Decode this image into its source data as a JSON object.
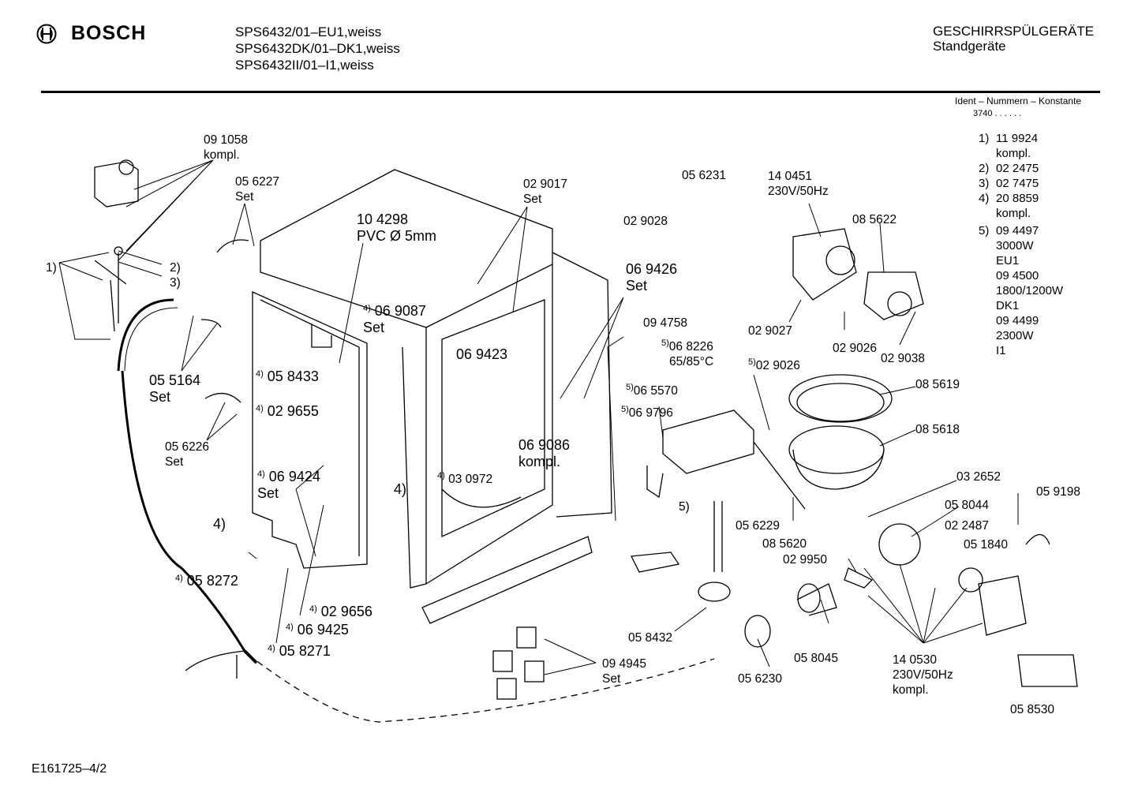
{
  "header": {
    "brand": "BOSCH",
    "models": [
      "SPS6432/01–EU1,weiss",
      "SPS6432DK/01–DK1,weiss",
      "SPS6432II/01–I1,weiss"
    ],
    "category": "GESCHIRRSPÜLGERÄTE",
    "subcategory": "Standgeräte"
  },
  "ident": {
    "title": "Ident – Nummern – Konstante",
    "code": "3740 . .  .  . . ."
  },
  "legend": [
    {
      "key": "1)",
      "lines": [
        "11 9924",
        "kompl."
      ]
    },
    {
      "key": "2)",
      "lines": [
        "02 2475"
      ]
    },
    {
      "key": "3)",
      "lines": [
        "02 7475"
      ]
    },
    {
      "key": "4)",
      "lines": [
        "20 8859",
        "kompl."
      ]
    },
    {
      "key": "5)",
      "lines": [
        "09 4497",
        "3000W",
        "EU1",
        "09 4500",
        "1800/1200W",
        "DK1",
        "09 4499",
        "2300W",
        "I1"
      ]
    }
  ],
  "labels": [
    {
      "id": "l-091058",
      "text": "09 1058",
      "text2": "kompl."
    },
    {
      "id": "l-056227",
      "text": "05 6227",
      "text2": "Set"
    },
    {
      "id": "l-104298",
      "text": "10 4298",
      "text2": "PVC Ø 5mm"
    },
    {
      "id": "l-029017",
      "text": "02 9017",
      "text2": "Set"
    },
    {
      "id": "l-056231",
      "text": "05 6231"
    },
    {
      "id": "l-140451",
      "text": "14 0451",
      "text2": "230V/50Hz"
    },
    {
      "id": "l-029028",
      "text": "02 9028"
    },
    {
      "id": "l-085622",
      "text": "08 5622"
    },
    {
      "id": "l-069426",
      "text": "06 9426",
      "text2": "Set"
    },
    {
      "id": "l-1",
      "text": "1)"
    },
    {
      "id": "l-2",
      "text": "2)"
    },
    {
      "id": "l-3",
      "text": "3)"
    },
    {
      "id": "l-069087",
      "sup": "4)",
      "text": "06 9087",
      "text2": "Set"
    },
    {
      "id": "l-094758",
      "text": "09 4758"
    },
    {
      "id": "l-029027",
      "text": "02 9027"
    },
    {
      "id": "l-029026a",
      "text": "02 9026"
    },
    {
      "id": "l-029038",
      "text": "02 9038"
    },
    {
      "id": "l-069423",
      "text": "06 9423"
    },
    {
      "id": "l-068226",
      "sup": "5)",
      "text": "06 8226",
      "text2": "65/85°C"
    },
    {
      "id": "l-055164",
      "text": "05 5164",
      "text2": "Set"
    },
    {
      "id": "l-058433",
      "sup": "4)",
      "text": "05 8433"
    },
    {
      "id": "l-029026b",
      "sup": "5)",
      "text": "02 9026"
    },
    {
      "id": "l-085619",
      "text": "08 5619"
    },
    {
      "id": "l-065570",
      "sup": "5)",
      "text": "06 5570"
    },
    {
      "id": "l-029655",
      "sup": "4)",
      "text": "02 9655"
    },
    {
      "id": "l-069796",
      "sup": "5)",
      "text": "06 9796"
    },
    {
      "id": "l-085618",
      "text": "08 5618"
    },
    {
      "id": "l-056226",
      "text": "05 6226",
      "text2": "Set"
    },
    {
      "id": "l-069086",
      "text": "06 9086",
      "text2": "kompl."
    },
    {
      "id": "l-069424",
      "sup": "4)",
      "text": "06 9424",
      "text2": "Set"
    },
    {
      "id": "l-030972",
      "sup": "4)",
      "text": "03 0972"
    },
    {
      "id": "l-032652",
      "text": "03 2652"
    },
    {
      "id": "l-4a",
      "text": "4)"
    },
    {
      "id": "l-059198",
      "text": "05 9198"
    },
    {
      "id": "l-058044",
      "text": "05 8044"
    },
    {
      "id": "l-5",
      "text": "5)"
    },
    {
      "id": "l-4b",
      "text": "4)"
    },
    {
      "id": "l-056229",
      "text": "05 6229"
    },
    {
      "id": "l-022487",
      "text": "02 2487"
    },
    {
      "id": "l-085620",
      "text": "08 5620"
    },
    {
      "id": "l-051840",
      "text": "05 1840"
    },
    {
      "id": "l-029950",
      "text": "02 9950"
    },
    {
      "id": "l-058272",
      "sup": "4)",
      "text": "05 8272"
    },
    {
      "id": "l-029656",
      "sup": "4)",
      "text": "02 9656"
    },
    {
      "id": "l-069425",
      "sup": "4)",
      "text": "06 9425"
    },
    {
      "id": "l-058432",
      "text": "05 8432"
    },
    {
      "id": "l-058271",
      "sup": "4)",
      "text": "05 8271"
    },
    {
      "id": "l-094945",
      "text": "09 4945",
      "text2": "Set"
    },
    {
      "id": "l-058045",
      "text": "05 8045"
    },
    {
      "id": "l-140530",
      "text": "14 0530",
      "text2": "230V/50Hz",
      "text3": "kompl."
    },
    {
      "id": "l-056230",
      "text": "05 6230"
    },
    {
      "id": "l-058530",
      "text": "05 8530"
    }
  ],
  "footer": {
    "code": "E161725–4/2"
  }
}
